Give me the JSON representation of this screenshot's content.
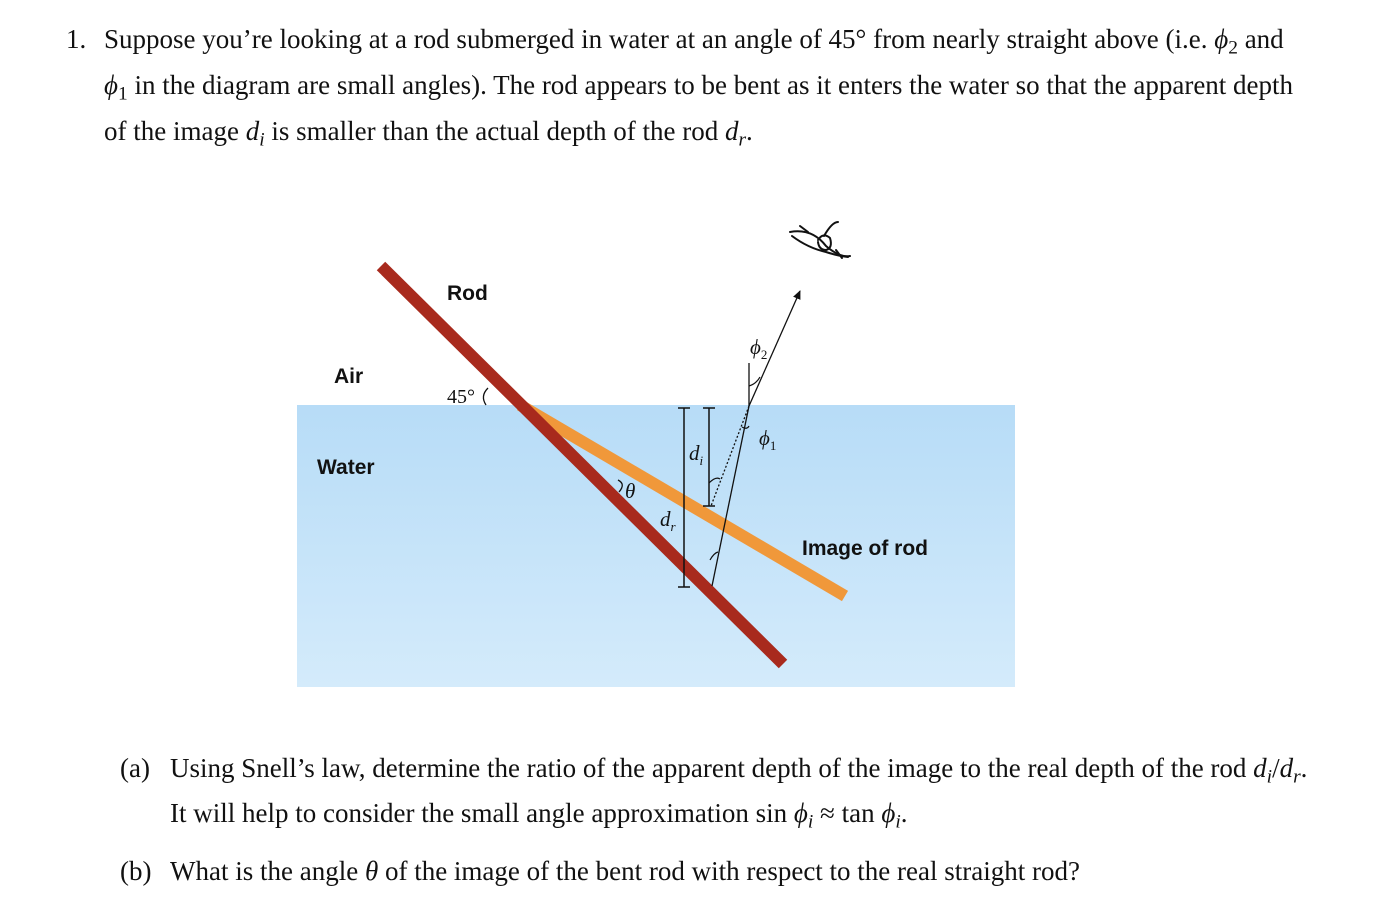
{
  "question": {
    "number": "1.",
    "seg1": "Suppose you’re looking at a rod submerged in water at an angle of 45° from nearly straight above (i.e. ",
    "phi": "ϕ",
    "sub2": "2",
    "seg2": " and ",
    "sub1": "1",
    "seg3": " in the diagram are small angles). The rod appears to be bent as it enters the water so that the apparent depth of the image ",
    "d": "d",
    "i": "i",
    "seg4": " is smaller than the actual depth of the rod ",
    "r": "r",
    "end": "."
  },
  "diagram": {
    "rod_label": "Rod",
    "air_label": "Air",
    "water_label": "Water",
    "image_label": "Image of rod",
    "angle_label": "45°",
    "theta": "θ",
    "d": "d",
    "i": "i",
    "r": "r",
    "phi": "ϕ",
    "sub1": "1",
    "sub2": "2",
    "colors": {
      "water_top": "#b7dcf7",
      "water_bottom": "#d4ebfb",
      "rod": "#a82a1d",
      "image_rod": "#f0983a"
    }
  },
  "parts": {
    "a_label": "(a)",
    "a_seg1": "Using Snell’s law, determine the ratio of the apparent depth of the image to the real depth of the rod ",
    "slash": "/",
    "a_seg2": ". It will help to consider the small angle approximation sin ",
    "approx": " ≈ tan ",
    "b_label": "(b)",
    "b_seg1": "What is the angle ",
    "b_seg2": " of the image of the bent rod with respect to the real straight rod?"
  }
}
